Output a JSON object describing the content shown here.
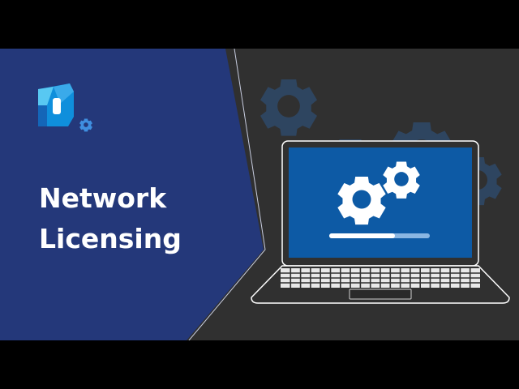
{
  "title": {
    "line1": "Network",
    "line2": "Licensing"
  },
  "progress": {
    "value": 0.65
  },
  "colors": {
    "letterbox": "#000000",
    "dark_panel": "#303030",
    "blue_panel": "#24387a",
    "gear_bg": "#2e4560",
    "laptop_screen": "#0d5aa5",
    "progress_fill": "#ffffff",
    "progress_track": "#8ab6e2",
    "title_text": "#ffffff"
  },
  "icons": [
    "logo-icon",
    "small-gear-icon",
    "background-gear-icon",
    "laptop-icon",
    "screen-gear-icon"
  ]
}
